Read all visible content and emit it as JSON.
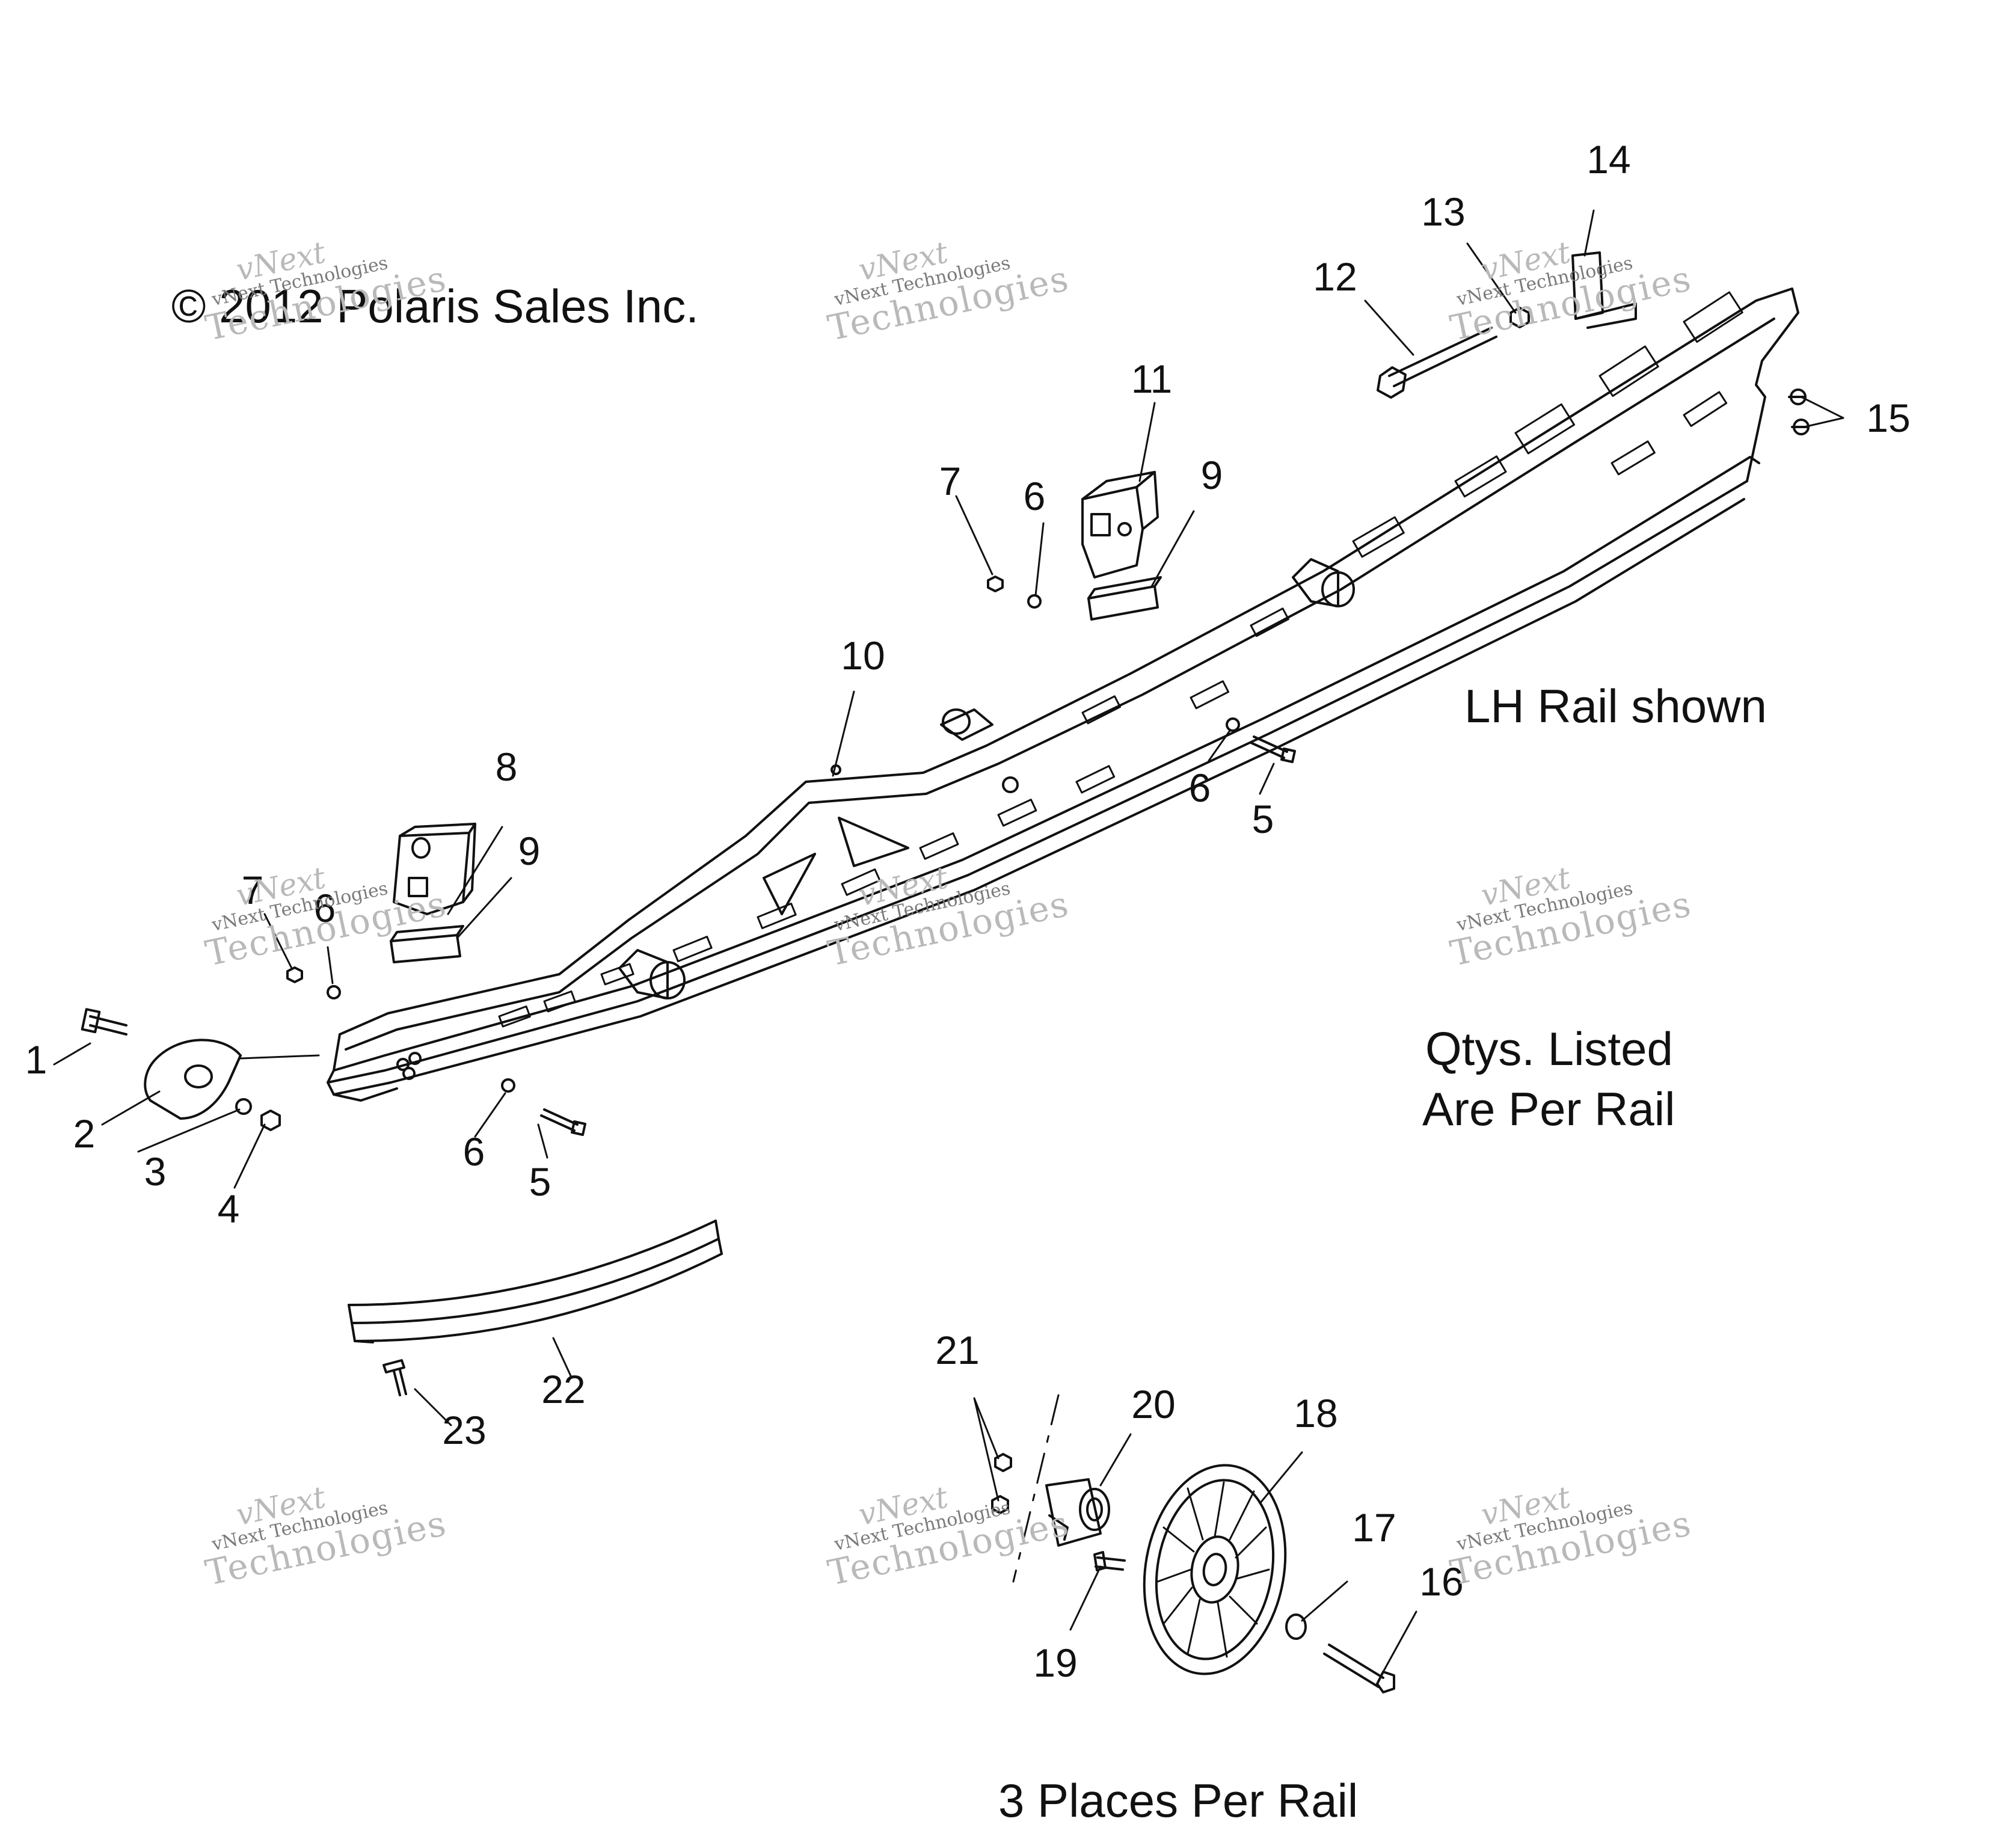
{
  "copyright": "© 2012 Polaris Sales Inc.",
  "notes": {
    "lh_rail": "LH Rail shown",
    "qty_line1": "Qtys. Listed",
    "qty_line2": "Are Per Rail",
    "places": "3 Places Per Rail"
  },
  "watermark": {
    "line1": "vNext",
    "line2": "vNext Technologies",
    "line3": "Technologies"
  },
  "callouts": [
    "1",
    "2",
    "3",
    "4",
    "5",
    "5",
    "6",
    "6",
    "6",
    "6",
    "7",
    "7",
    "8",
    "9",
    "9",
    "10",
    "11",
    "12",
    "13",
    "14",
    "15",
    "16",
    "17",
    "18",
    "19",
    "20",
    "21",
    "22",
    "23"
  ]
}
